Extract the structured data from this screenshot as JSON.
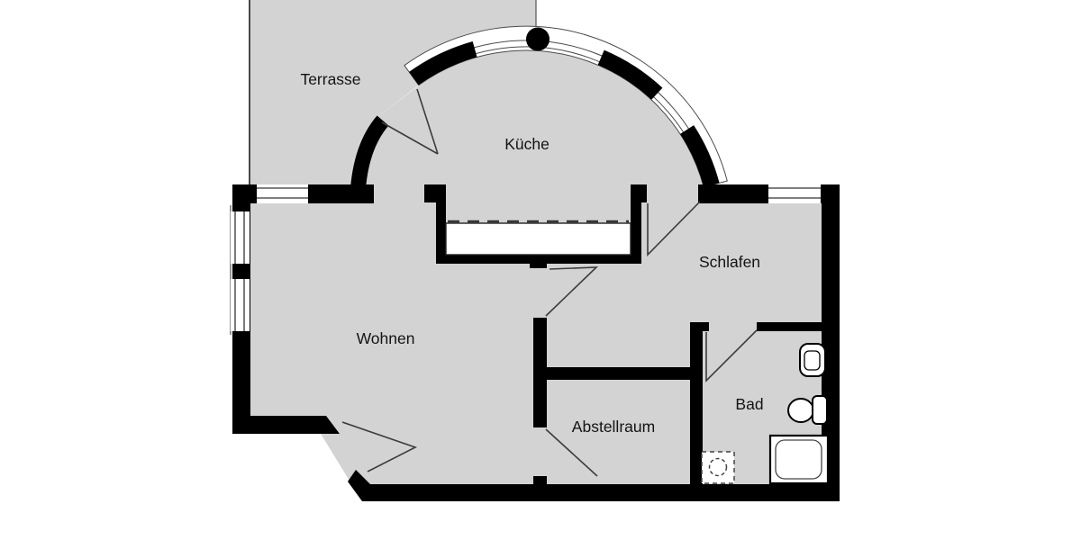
{
  "floorplan": {
    "rooms": [
      {
        "id": "terrasse",
        "label": "Terrasse"
      },
      {
        "id": "kueche",
        "label": "Küche"
      },
      {
        "id": "wohnen",
        "label": "Wohnen"
      },
      {
        "id": "schlafen",
        "label": "Schlafen"
      },
      {
        "id": "abstellraum",
        "label": "Abstellraum"
      },
      {
        "id": "bad",
        "label": "Bad"
      }
    ],
    "fixtures": [
      {
        "id": "washbasin",
        "room": "bad"
      },
      {
        "id": "toilet",
        "room": "bad"
      },
      {
        "id": "shower",
        "room": "bad"
      },
      {
        "id": "washing-machine-position",
        "room": "bad"
      },
      {
        "id": "kitchen-counter",
        "room": "kueche"
      },
      {
        "id": "column",
        "room": "kueche"
      }
    ],
    "colors": {
      "floor": "#d3d3d3",
      "wall": "#000000",
      "background": "#ffffff",
      "thin_line": "#3c3c3c"
    }
  }
}
